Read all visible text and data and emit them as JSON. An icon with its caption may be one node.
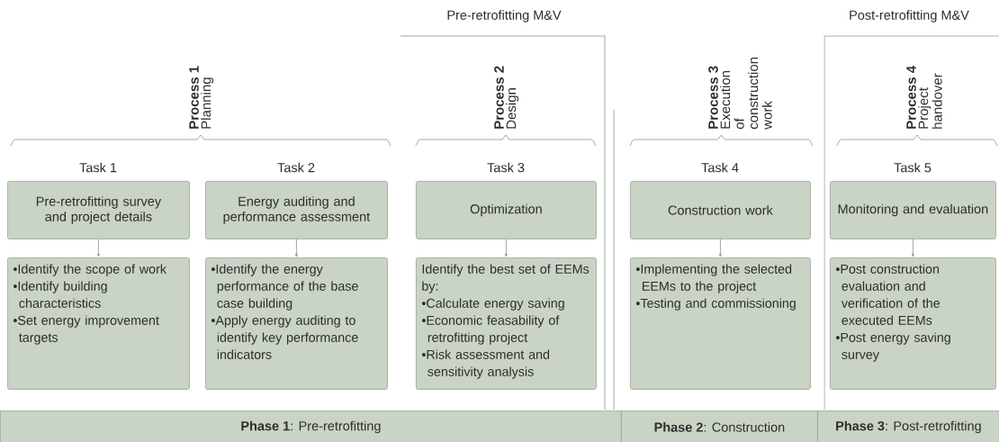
{
  "diagram": {
    "nodes": [
      {
        "text": [
          "Pre-retrofitting survey and project details"
        ]
      },
      {
        "text": [
          "Energy auditing and performance assessment"
        ]
      },
      {
        "text": [
          "Optimization"
        ]
      },
      {
        "text": [
          "Construction work"
        ]
      },
      {
        "text": [
          "Monitoring and evaluation"
        ]
      },
      {
        "text": [
          "•Identify the scope of work",
          "•Identify building characteristics",
          "•Set energy improvement targets"
        ]
      },
      {
        "text": [
          "•Identify the energy performance of the base case building",
          "•Apply energy auditing to identify key performance indicators"
        ]
      },
      {
        "text": [
          "Identify the best set of EEMs by:",
          "•Calculate energy saving",
          "•Economic feasability of retrofitting project",
          "•Risk assessment and sensitivity analysis"
        ]
      },
      {
        "text": [
          "•Implementing the selected EEMs to the project",
          "•Testing and commissioning"
        ]
      },
      {
        "text": [
          "•Post construction evaluation and verification of the executed EEMs",
          "•Post energy saving survey"
        ]
      },
      {
        "text": [
          "**Phase 1**: Pre-retrofitting"
        ]
      },
      {
        "text": [
          "**Phase 2**: Construction"
        ]
      },
      {
        "text": [
          "**Phase 3**: Post-retrofitting"
        ]
      }
    ],
    "edges": [
      {
        "from": 0,
        "to": 5,
        "arrow": "to"
      },
      {
        "from": 1,
        "to": 6,
        "arrow": "to"
      },
      {
        "from": 2,
        "to": 7,
        "arrow": "to"
      },
      {
        "from": 3,
        "to": 8,
        "arrow": "to"
      },
      {
        "from": 4,
        "to": 9,
        "arrow": "to"
      }
    ],
    "labels": [
      "Pre-retrofitting M&V",
      "Post-retrofitting M&V",
      "Process 1",
      "Planning",
      "Process 2",
      "Design",
      "Process 3",
      "Execution of construction work",
      "Process 4",
      "Project handover",
      "Task 1",
      "Task 2",
      "Task 3",
      "Task 4",
      "Task 5"
    ]
  }
}
